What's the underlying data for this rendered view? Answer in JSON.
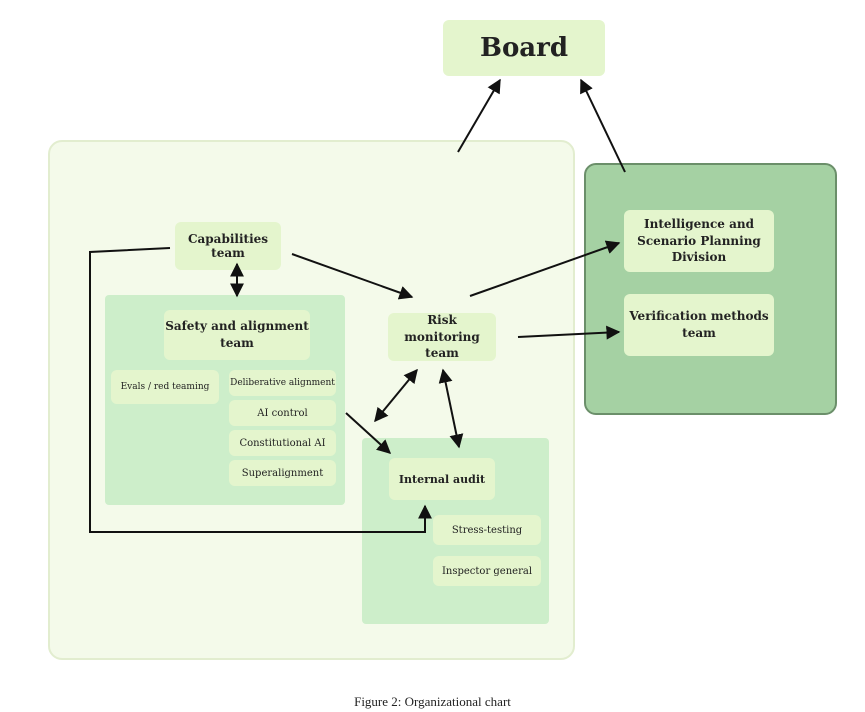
{
  "nodes": {
    "board": "Board",
    "capabilities": "Capabilities team",
    "safety": "Safety and alignment team",
    "evals": "Evals / red teaming",
    "deliberative": "Deliberative alignment",
    "ai_control": "AI control",
    "constitutional": "Constitutional AI",
    "superalignment": "Superalignment",
    "risk": "Risk monitoring team",
    "internal_audit": "Internal audit",
    "stress": "Stress-testing",
    "inspector": "Inspector general",
    "intelligence": "Intelligence and Scenario Planning Division",
    "verification": "Verification methods team"
  },
  "caption": "Figure 2: Organizational chart",
  "colors": {
    "outer_region": "#f4faea",
    "inner_region": "#cdeeca",
    "external_region": "#a5d1a3",
    "node": "#e4f5cd",
    "arrow": "#111111"
  }
}
